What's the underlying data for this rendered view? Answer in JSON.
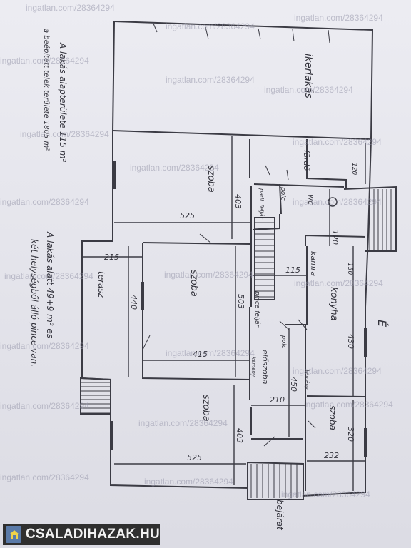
{
  "watermark": "ingatlan.com/28364294",
  "brand": {
    "name": "CSALADIHAZAK.HU",
    "icon": "house-icon"
  },
  "notes": {
    "area_title": "A lakás alapterülete 115 m²",
    "plot_area": "a beépített telek területe 1805 m²",
    "cellar_1": "A lakás alatt 49+9 m² es",
    "cellar_2": "két helységből álló pince van."
  },
  "rooms": {
    "ikerlakas": "ikerlakás",
    "furdo": "fürdő",
    "wc": "wc",
    "padlas": "padl. feljár",
    "polc_top": "polc",
    "szoba_top": "szoba",
    "kamra": "kamra",
    "szoba_mid": "szoba",
    "terasz": "terasz",
    "pince": "pince feljár",
    "konyha": "konyha",
    "polc_mid": "polc",
    "eloszoba": "előszoba",
    "kemeny_left": "kémény",
    "kemeny_right": "kémény",
    "szoba_bot": "szoba",
    "szoba_right": "szoba",
    "bejarat": "bejárat",
    "north": "É"
  },
  "dims": {
    "d403a": "403",
    "d525a": "525",
    "d215": "215",
    "d440": "440",
    "d503": "503",
    "d415": "415",
    "d115": "115",
    "d120a": "120",
    "d120b": "120",
    "d150": "150",
    "d430": "430",
    "d450": "450",
    "d210": "210",
    "d403b": "403",
    "d525b": "525",
    "d320": "320",
    "d232": "232"
  },
  "colors": {
    "paper": "#e9e9ef",
    "ink": "#3b3b44",
    "brand_bg": "#2f2f2f",
    "brand_icon": "#5a7aa8"
  }
}
